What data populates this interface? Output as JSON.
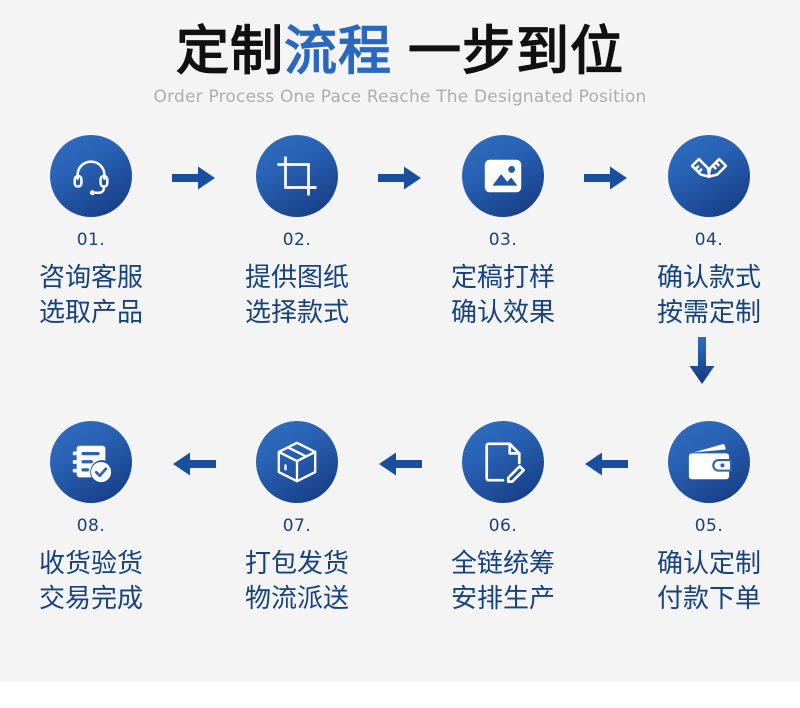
{
  "header": {
    "title_part1": "定制",
    "title_highlight": "流程",
    "title_part2": "一步到位",
    "subtitle": "Order Process One Pace Reache The Designated Position",
    "highlight_color": "#2a68c0",
    "title_color": "#111111",
    "subtitle_color": "#adadad"
  },
  "theme": {
    "background": "#f4f4f4",
    "circle_gradient_from": "#2f6dc0",
    "circle_gradient_to": "#14387e",
    "text_blue": "#16427f",
    "arrow_blue": "#1a4fa0",
    "icon_color": "#ffffff"
  },
  "row1": {
    "steps": [
      {
        "number": "01.",
        "icon": "headset-icon",
        "line1": "咨询客服",
        "line2": "选取产品"
      },
      {
        "number": "02.",
        "icon": "crop-icon",
        "line1": "提供图纸",
        "line2": "选择款式"
      },
      {
        "number": "03.",
        "icon": "image-icon",
        "line1": "定稿打样",
        "line2": "确认效果"
      },
      {
        "number": "04.",
        "icon": "pen-ruler-icon",
        "line1": "确认款式",
        "line2": "按需定制"
      }
    ],
    "arrows": [
      "arrow-right-icon",
      "arrow-right-icon",
      "arrow-right-icon"
    ]
  },
  "connector": {
    "icon": "arrow-down-icon"
  },
  "row2": {
    "steps": [
      {
        "number": "08.",
        "icon": "document-check-icon",
        "line1": "收货验货",
        "line2": "交易完成"
      },
      {
        "number": "07.",
        "icon": "package-box-icon",
        "line1": "打包发货",
        "line2": "物流派送"
      },
      {
        "number": "06.",
        "icon": "document-edit-icon",
        "line1": "全链统筹",
        "line2": "安排生产"
      },
      {
        "number": "05.",
        "icon": "wallet-icon",
        "line1": "确认定制",
        "line2": "付款下单"
      }
    ],
    "arrows": [
      "arrow-left-icon",
      "arrow-left-icon",
      "arrow-left-icon"
    ]
  }
}
